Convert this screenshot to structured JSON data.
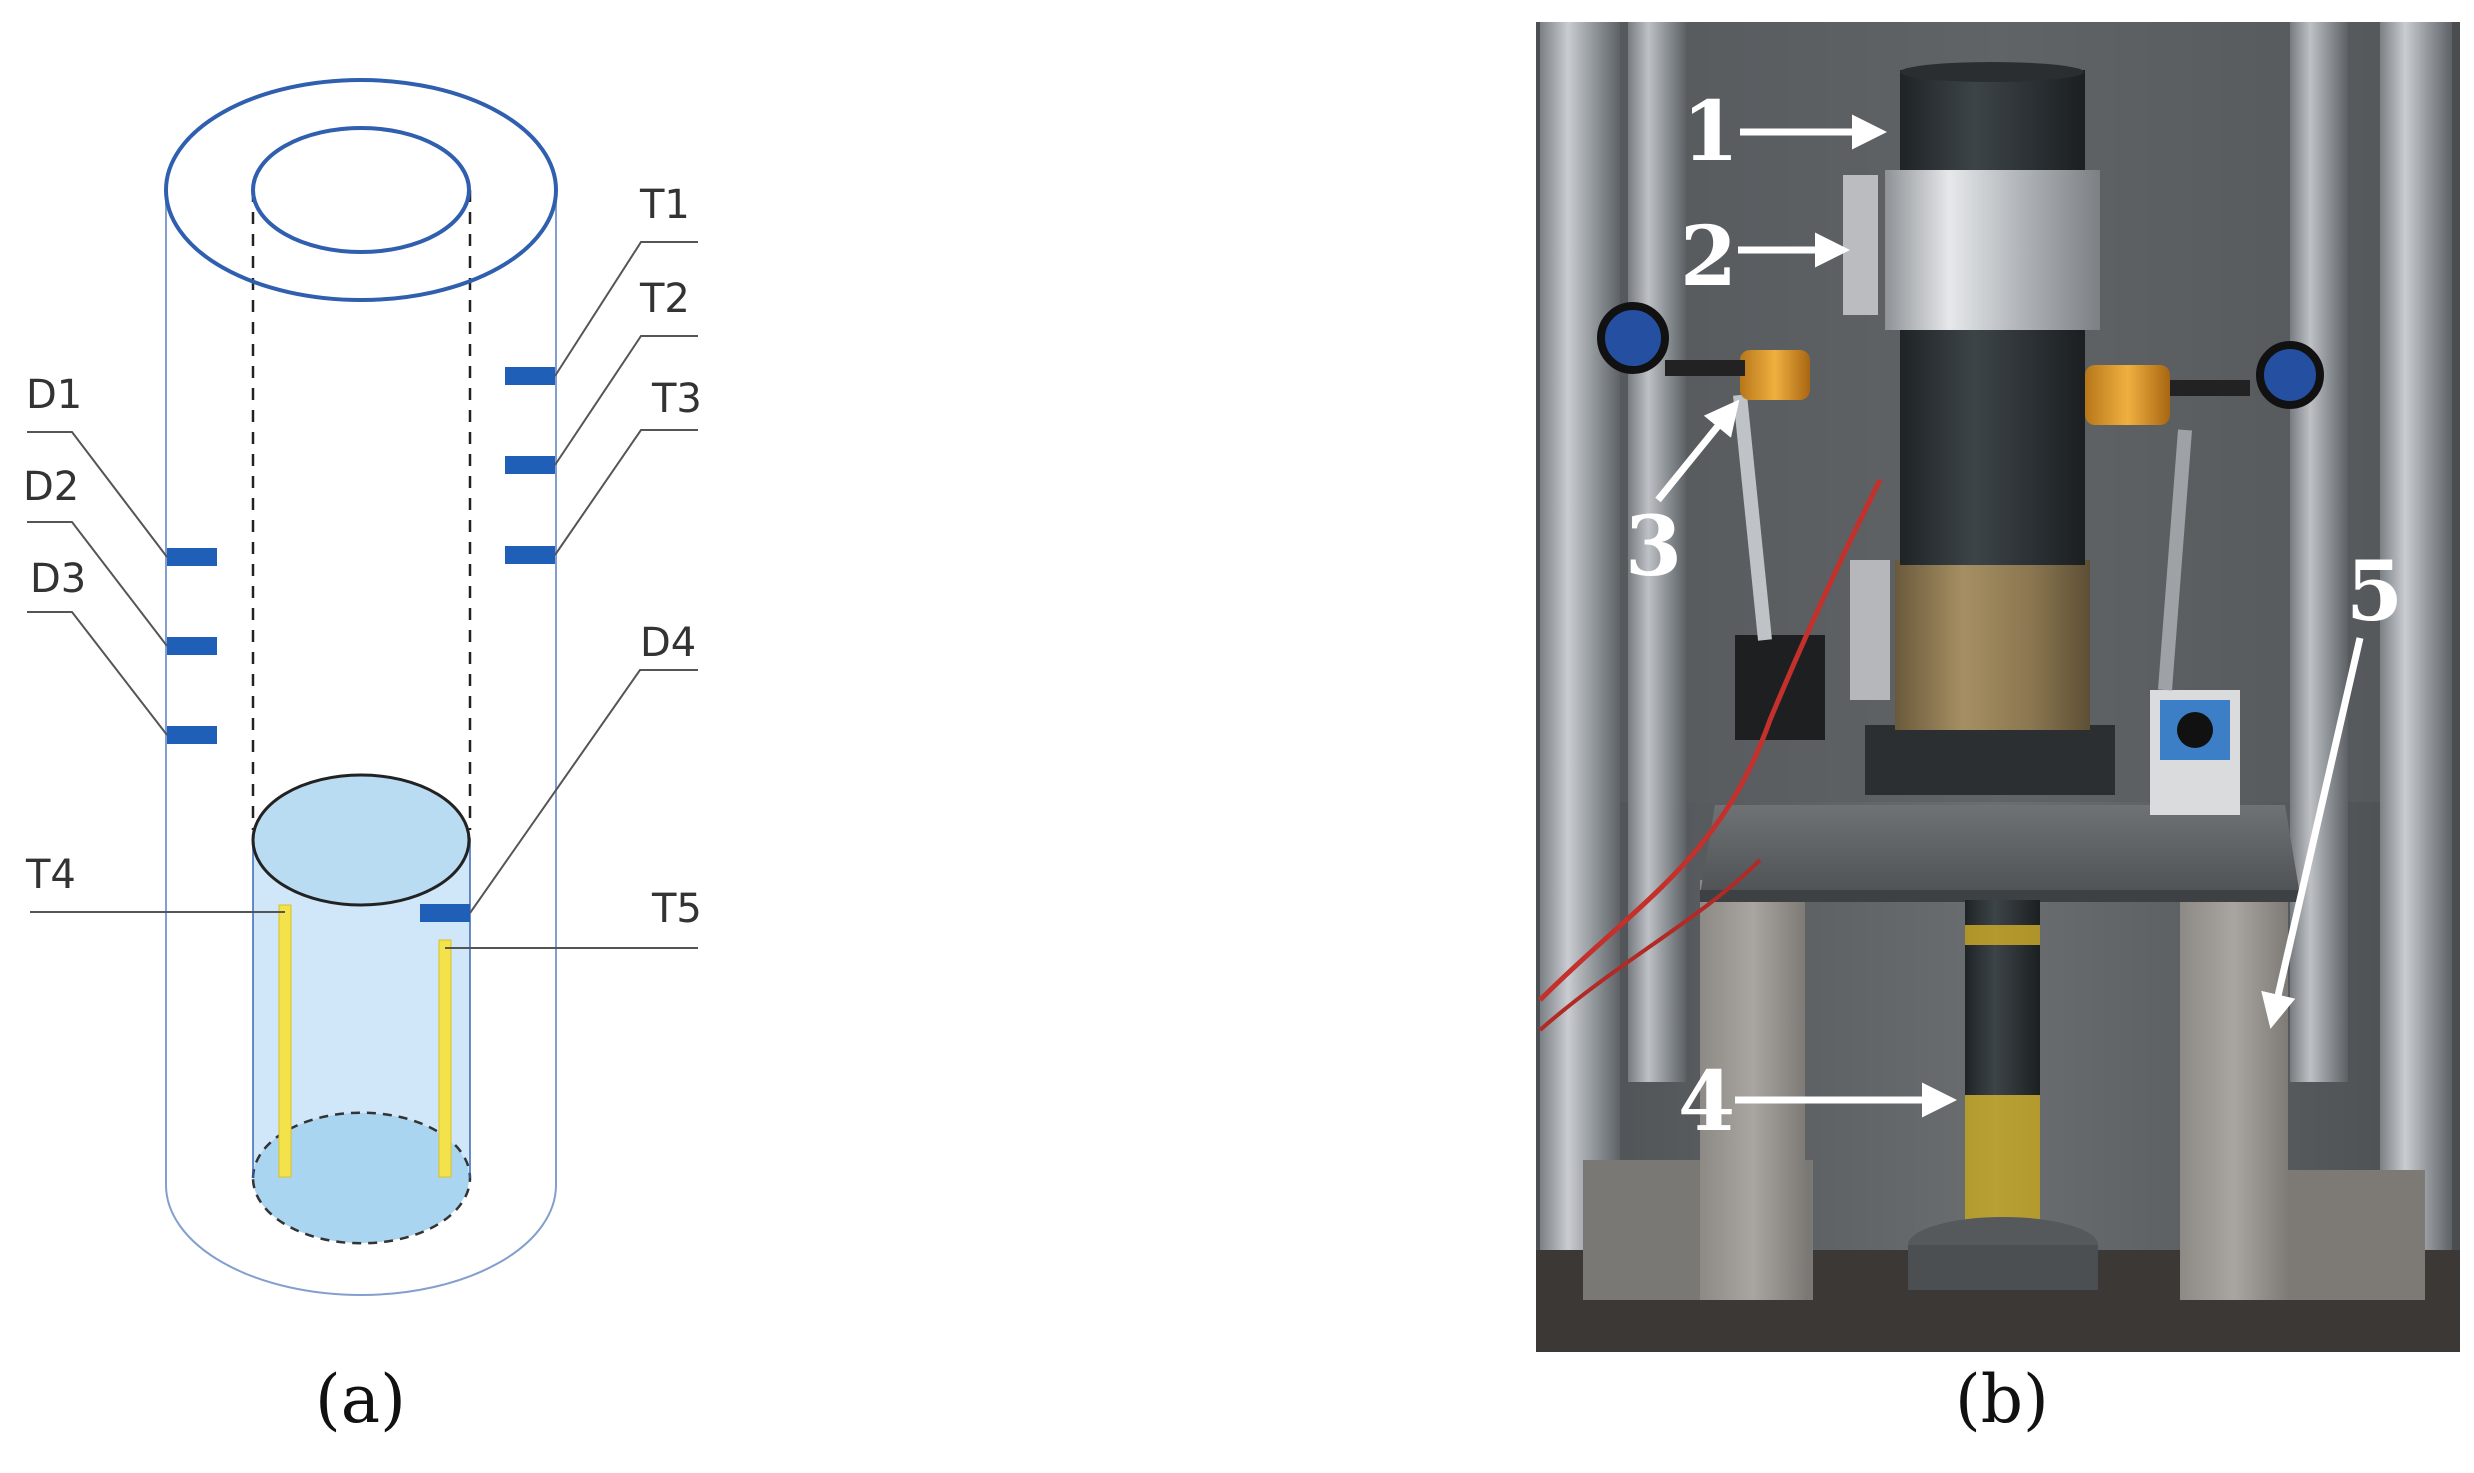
{
  "panel_a": {
    "caption": "(a)",
    "labels": {
      "T1": "T1",
      "T2": "T2",
      "T3": "T3",
      "D1": "D1",
      "D2": "D2",
      "D3": "D3",
      "D4": "D4",
      "T4": "T4",
      "T5": "T5"
    }
  },
  "panel_b": {
    "caption": "(b)",
    "markers": {
      "m1": "1",
      "m2": "2",
      "m3": "3",
      "m4": "4",
      "m5": "5"
    }
  },
  "colors": {
    "cylinder_outline": "#2f5fae",
    "sensor_blue": "#1f5fb8",
    "inner_fill": "#b9dcf3",
    "gauge_yellow": "#f3e24a"
  }
}
